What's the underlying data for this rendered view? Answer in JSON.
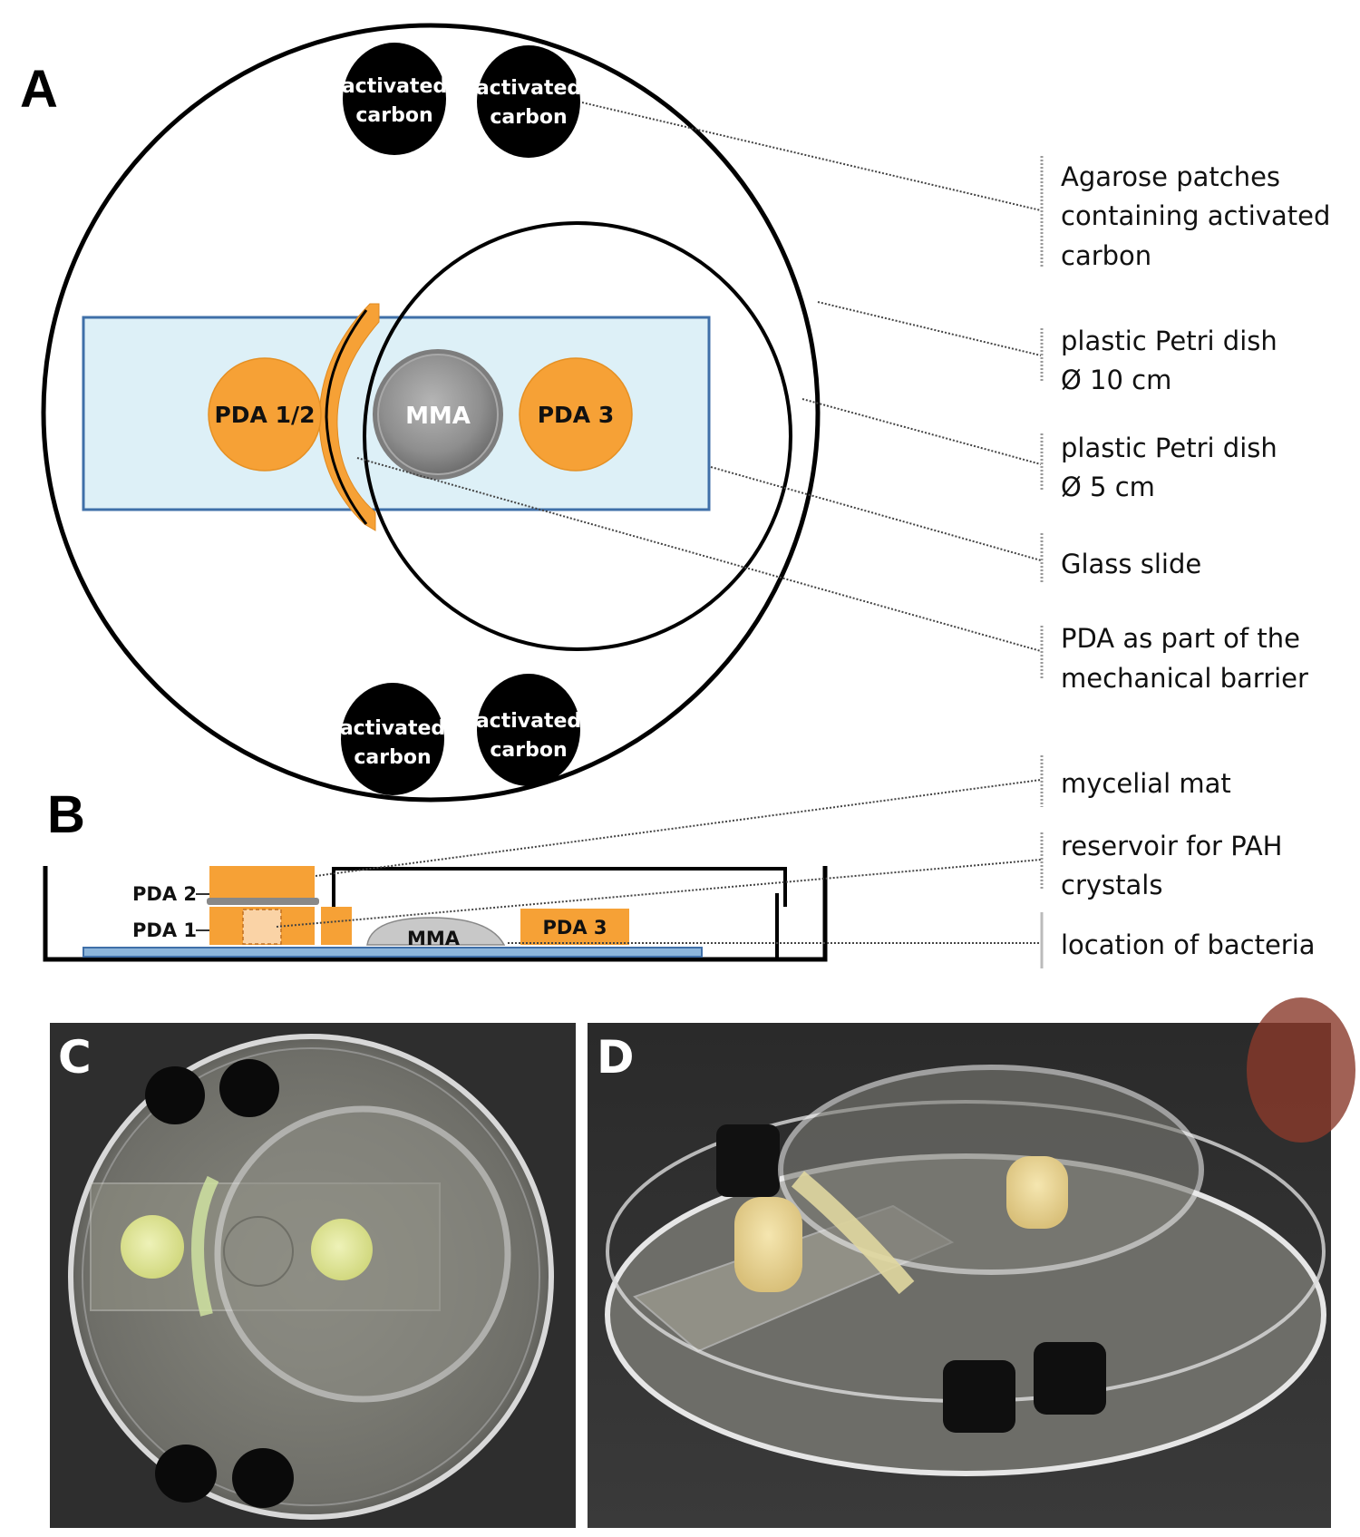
{
  "panels": {
    "a": {
      "letter": "A"
    },
    "b": {
      "letter": "B"
    },
    "c": {
      "letter": "C"
    },
    "d": {
      "letter": "D"
    }
  },
  "panel_a": {
    "carbon_patch_line1": "activated",
    "carbon_patch_line2": "carbon",
    "pda12": "PDA 1/2",
    "mma": "MMA",
    "pda3": "PDA 3"
  },
  "panel_b": {
    "pda2": "PDA 2",
    "pda1": "PDA 1",
    "mma": "MMA",
    "pda3": "PDA 3"
  },
  "legend": {
    "agarose": [
      "Agarose patches",
      "containing activated",
      "carbon"
    ],
    "petri10": [
      "plastic Petri dish",
      "Ø 10 cm"
    ],
    "petri5": [
      "plastic Petri dish",
      "Ø 5 cm"
    ],
    "glass": [
      "Glass slide"
    ],
    "pda_barrier": [
      "PDA as part of the",
      "mechanical barrier"
    ],
    "mycelial": [
      "mycelial mat"
    ],
    "reservoir": [
      "reservoir for PAH",
      "crystals"
    ],
    "bacteria": [
      "location of bacteria"
    ]
  },
  "colors": {
    "orange": "#F6A136",
    "slide_fill": "#DDF0F7",
    "slide_border": "#3F6FA8",
    "mma_gray": "#9A9A9A",
    "carbon_black": "#000000",
    "photo_bg": "#2B2B2B"
  }
}
